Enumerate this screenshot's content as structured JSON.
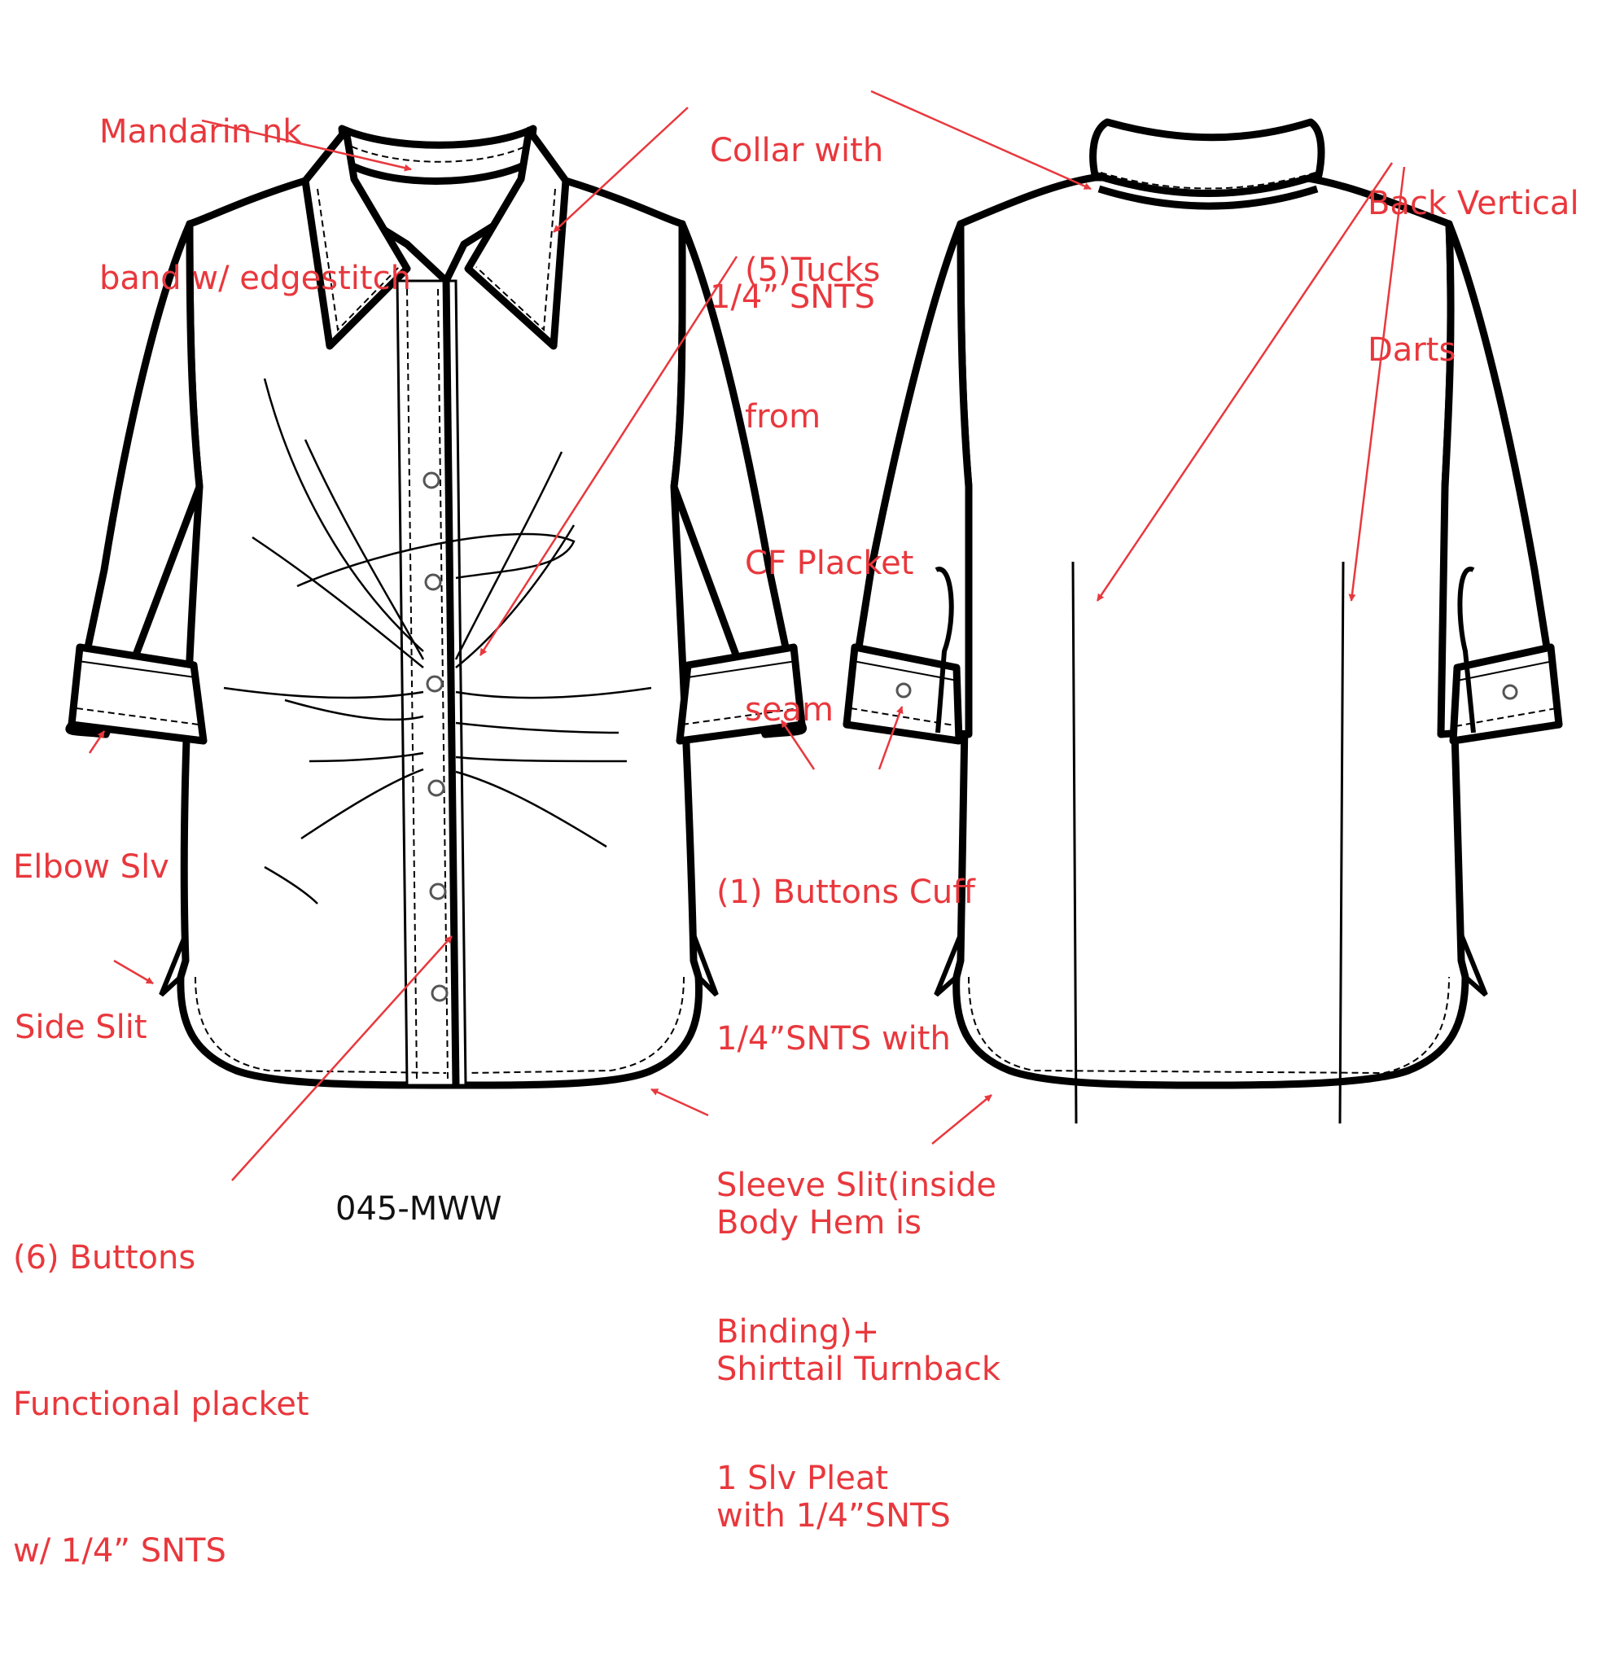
{
  "colors": {
    "annotation": "#E8383D",
    "outline": "#000000",
    "style_code": "#111111"
  },
  "style_code": "045-MWW",
  "annotations": [
    {
      "id": "mandarin-neckband",
      "lines": [
        "Mandarin nk",
        "band w/ edgestitch"
      ]
    },
    {
      "id": "collar",
      "lines": [
        "Collar with",
        "1/4” SNTS"
      ]
    },
    {
      "id": "tucks",
      "lines": [
        "(5)Tucks",
        "from",
        "CF Placket",
        "seam"
      ]
    },
    {
      "id": "back-darts",
      "lines": [
        "Back Vertical",
        "Darts"
      ]
    },
    {
      "id": "elbow-sleeve",
      "lines": [
        "Elbow Slv"
      ]
    },
    {
      "id": "side-slit",
      "lines": [
        "Side Slit"
      ]
    },
    {
      "id": "cuff",
      "lines": [
        "(1) Buttons Cuff",
        "1/4”SNTS with",
        "Sleeve Slit(inside",
        "Binding)+",
        "1 Slv Pleat"
      ]
    },
    {
      "id": "body-hem",
      "lines": [
        "Body Hem is",
        "Shirttail Turnback",
        "with 1/4”SNTS"
      ]
    },
    {
      "id": "placket",
      "lines": [
        "(6) Buttons",
        "Functional placket",
        "w/ 1/4” SNTS"
      ]
    }
  ]
}
